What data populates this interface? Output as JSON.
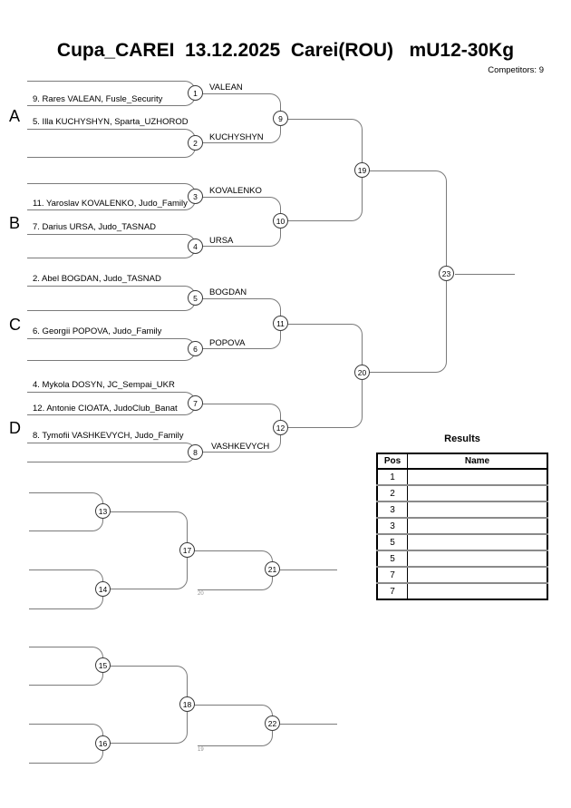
{
  "header": {
    "title": "Cupa_CAREI  13.12.2025  Carei(ROU)   mU12-30Kg",
    "competitors_label": "Competitors: 9"
  },
  "groups": [
    {
      "letter": "A",
      "competitors": [
        "9. Rares VALEAN, Fusle_Security",
        "5. Illa KUCHYSHYN, Sparta_UZHOROD"
      ]
    },
    {
      "letter": "B",
      "competitors": [
        "11. Yaroslav KOVALENKO, Judo_Family",
        "7. Darius URSA, Judo_TASNAD"
      ]
    },
    {
      "letter": "C",
      "competitors": [
        "2. Abel BOGDAN, Judo_TASNAD",
        "6. Georgii POPOVA, Judo_Family"
      ]
    },
    {
      "letter": "D",
      "competitors": [
        "4. Mykola DOSYN, JC_Sempai_UKR",
        "12. Antonie CIOATA, JudoClub_Banat",
        "8. Tymofii VASHKEVYCH, Judo_Family"
      ]
    }
  ],
  "winner_labels": {
    "m1": "VALEAN",
    "m2": "KUCHYSHYN",
    "m3": "KOVALENKO",
    "m4": "URSA",
    "m5": "BOGDAN",
    "m6": "POPOVA",
    "m8": "VASHKEVYCH"
  },
  "node_numbers": {
    "n1": "1",
    "n2": "2",
    "n3": "3",
    "n4": "4",
    "n5": "5",
    "n6": "6",
    "n7": "7",
    "n8": "8",
    "n9": "9",
    "n10": "10",
    "n11": "11",
    "n12": "12",
    "n13": "13",
    "n14": "14",
    "n15": "15",
    "n16": "16",
    "n17": "17",
    "n18": "18",
    "n19": "19",
    "n20": "20",
    "n21": "21",
    "n22": "22",
    "n23": "23"
  },
  "repechage_refs": {
    "upper": "20",
    "lower": "19"
  },
  "results": {
    "title": "Results",
    "columns": [
      "Pos",
      "Name"
    ],
    "rows": [
      {
        "pos": "1",
        "name": ""
      },
      {
        "pos": "2",
        "name": ""
      },
      {
        "pos": "3",
        "name": ""
      },
      {
        "pos": "3",
        "name": ""
      },
      {
        "pos": "5",
        "name": ""
      },
      {
        "pos": "5",
        "name": ""
      },
      {
        "pos": "7",
        "name": ""
      },
      {
        "pos": "7",
        "name": ""
      }
    ]
  },
  "colors": {
    "bracket_line": "#7a7a7a",
    "text": "#000000",
    "table_row_line": "#8a8a8a"
  }
}
